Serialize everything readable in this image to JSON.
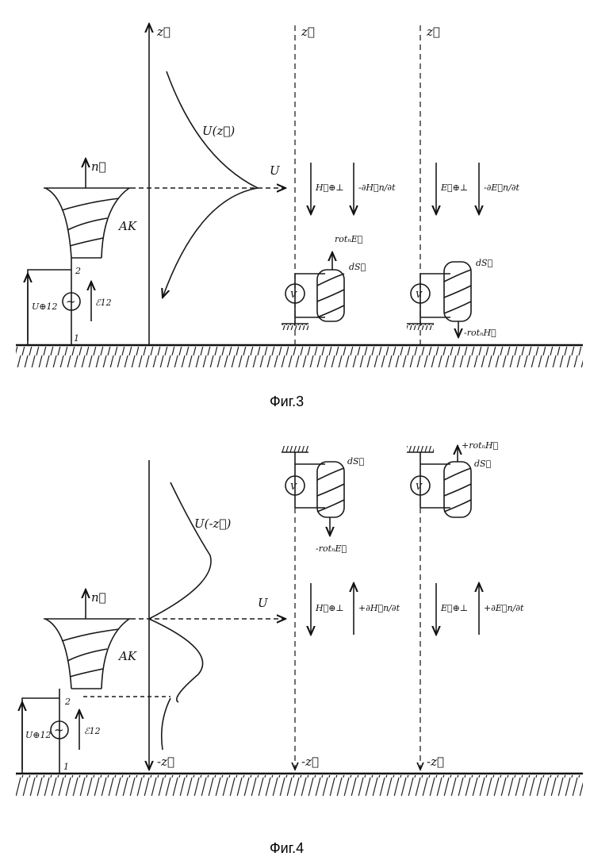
{
  "figures": [
    {
      "caption": "Фиг.3",
      "labels": {
        "z_axis": "z⃗",
        "n_vec": "n⃗",
        "curve": "U(z⃗)",
        "u_axis": "U",
        "antenna": "AK",
        "node1": "1",
        "node2": "2",
        "source_voltage": "U⊕12",
        "emf": "ℰ12",
        "h_perp": "H⃗⊕⊥",
        "dh_dt": "-∂H⃗n/∂t",
        "e_perp": "E⃗⊕⊥",
        "de_dt": "-∂E⃗n/∂t",
        "rot_e": "rotₙE⃗",
        "ds1": "dS⃗",
        "ds2": "dS⃗",
        "rot_h": "-rotₙH⃗",
        "voltmeter": "V"
      }
    },
    {
      "caption": "Фиг.4",
      "labels": {
        "z_axis": "-z⃗",
        "z_axis2": "-z⃗",
        "z_axis3": "-z⃗",
        "n_vec": "n⃗",
        "curve": "U(-z⃗)",
        "u_axis": "U",
        "antenna": "AK",
        "node1": "1",
        "node2": "2",
        "source_voltage": "U⊕12",
        "emf": "ℰ12",
        "h_perp": "H⃗⊕⊥",
        "dh_dt": "+∂H⃗n/∂t",
        "e_perp": "E⃗⊕⊥",
        "de_dt": "+∂E⃗n/∂t",
        "rot_e": "-rotₙE⃗",
        "ds1": "dS⃗",
        "ds2": "dS⃗",
        "rot_h": "+rotₙH⃗",
        "voltmeter": "V"
      }
    }
  ]
}
